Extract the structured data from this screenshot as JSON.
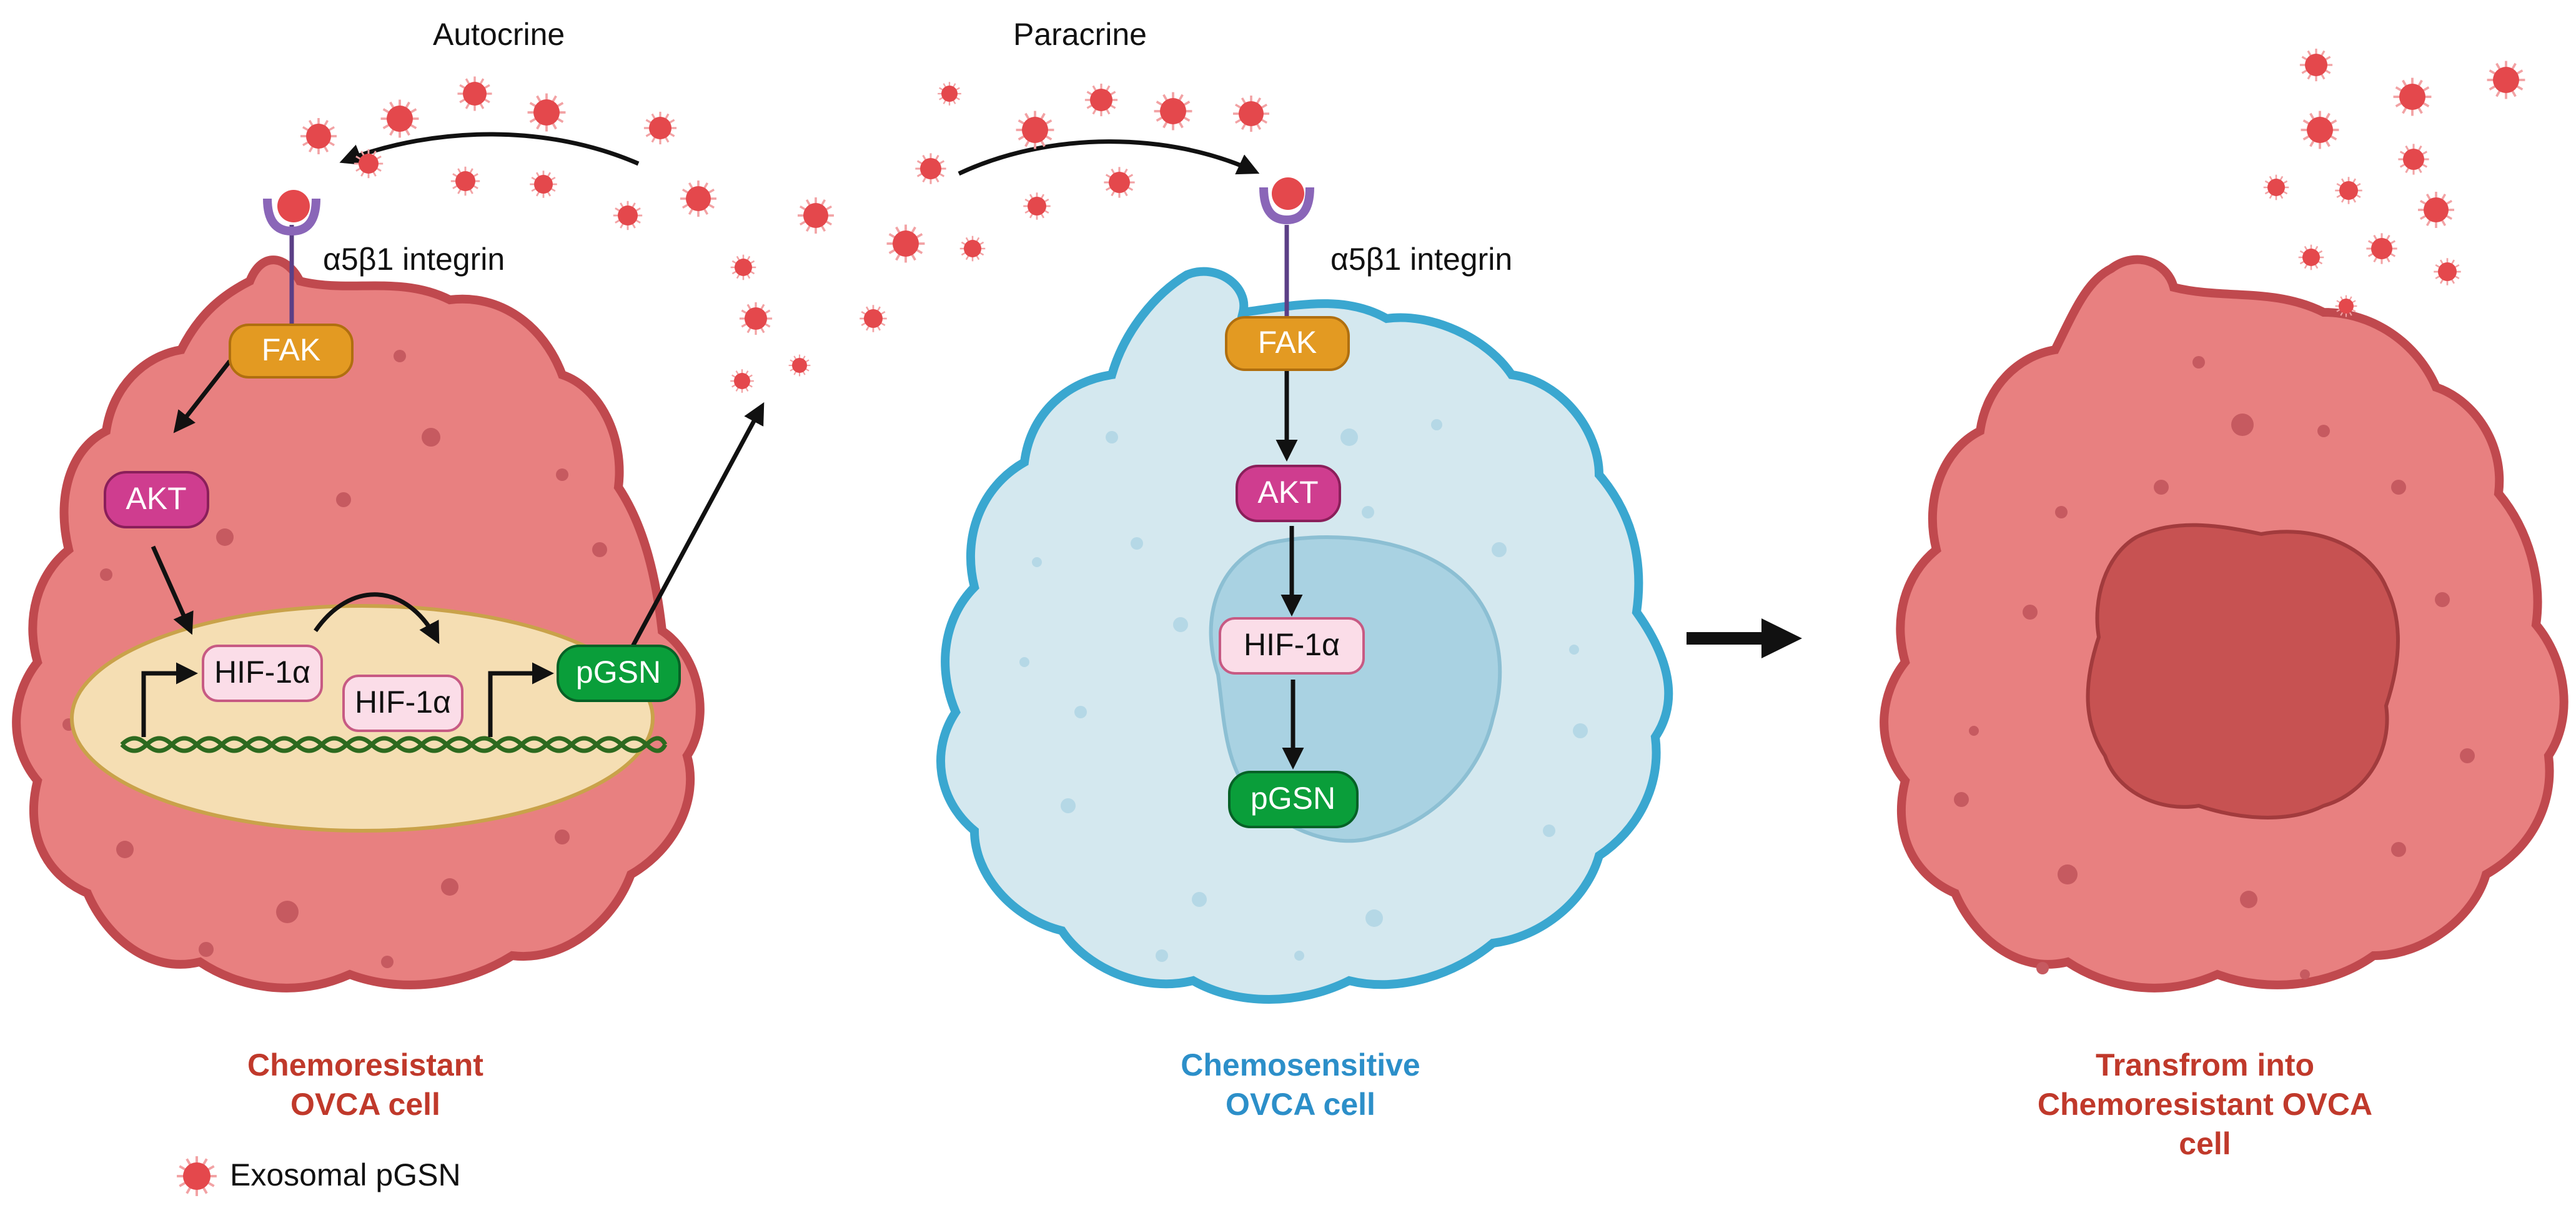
{
  "labels": {
    "autocrine": "Autocrine",
    "paracrine": "Paracrine",
    "integrin": "α5β1 integrin",
    "fak": "FAK",
    "akt": "AKT",
    "hif": "HIF-1α",
    "pgsn": "pGSN"
  },
  "captions": {
    "resistant": [
      "Chemoresistant",
      "OVCA cell"
    ],
    "sensitive": [
      "Chemosensitive",
      "OVCA cell"
    ],
    "transformed": [
      "Transfrom into",
      "Chemoresistant OVCA",
      "cell"
    ]
  },
  "legend": {
    "exosome_label": "Exosomal pGSN"
  },
  "colors": {
    "resistant_cell_fill": "#e88080",
    "resistant_cell_border": "#c0494e",
    "sensitive_cell_fill": "#d4e8ef",
    "sensitive_cell_border": "#3aa7d0",
    "nucleus_resistant": "#f5deb3",
    "nucleus_sensitive": "#a9d2e2",
    "nucleus_transformed": "#c75252",
    "fak": "#e39a22",
    "akt": "#cf3d8f",
    "hif": "#fbdde8",
    "pgsn": "#0a9e3a",
    "exosome": "#e4484c",
    "resistant_text": "#c0392b",
    "sensitive_text": "#2c8fc9",
    "dna": "#2d6a1f"
  }
}
